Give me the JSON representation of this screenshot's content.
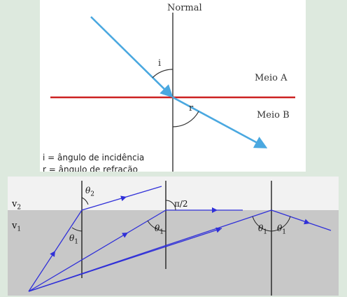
{
  "top_diagram": {
    "normal_label": "Normal",
    "medium_a_label": "Meio A",
    "medium_b_label": "Meio B",
    "angle_incidence_symbol": "i",
    "angle_refraction_symbol": "r",
    "legend_incidence": "i = ângulo de incidência",
    "legend_refraction": "r = ângulo de refração",
    "colors": {
      "ray": "#4aa8e0",
      "interface": "#cc2222",
      "normal": "#333333"
    }
  },
  "bottom_diagram": {
    "upper_medium_label": "v",
    "upper_medium_sub": "2",
    "lower_medium_label": "v",
    "lower_medium_sub": "1",
    "theta_symbol": "θ",
    "theta_2_sub": "2",
    "theta_1_sub": "1",
    "critical_angle_label": "π/2",
    "colors": {
      "ray": "#3030d8",
      "lower_medium": "#c8c8c8",
      "upper_medium": "#f2f2f2",
      "normal": "#222222"
    }
  }
}
